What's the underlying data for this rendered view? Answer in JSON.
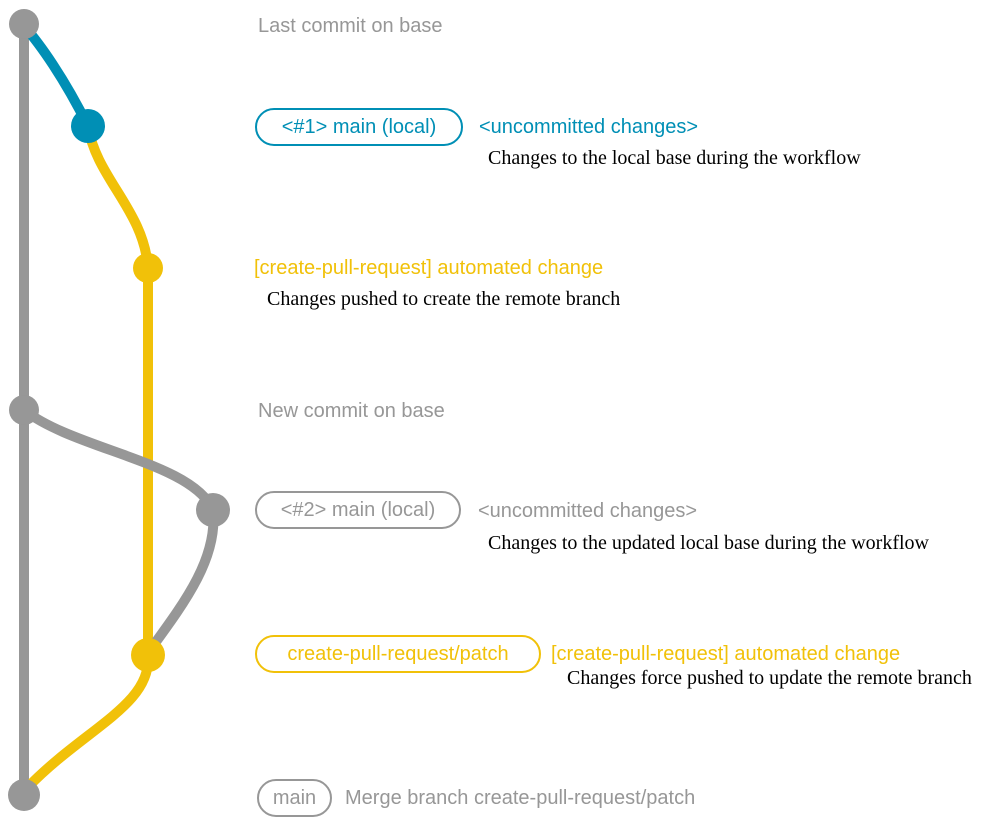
{
  "colors": {
    "gray": "#979797",
    "blue": "#008fb5",
    "yellow": "#f1c109",
    "caption_black": "#000000",
    "background": "#ffffff"
  },
  "annotations": {
    "last_commit_on_base": "Last commit on base",
    "new_commit_on_base": "New commit on base"
  },
  "commits": [
    {
      "branch_tag": "<#1> main (local)",
      "message": "<uncommitted changes>",
      "description": "Changes to the local base during the workflow"
    },
    {
      "message": "[create-pull-request] automated change",
      "description": "Changes pushed to create the remote branch"
    },
    {
      "branch_tag": "<#2> main (local)",
      "message": "<uncommitted changes>",
      "description": "Changes to the updated local base during the workflow"
    },
    {
      "branch_tag": "create-pull-request/patch",
      "message": "[create-pull-request] automated change",
      "description": "Changes force pushed to update the remote branch"
    },
    {
      "branch_tag": "main",
      "message": "Merge branch create-pull-request/patch"
    }
  ]
}
